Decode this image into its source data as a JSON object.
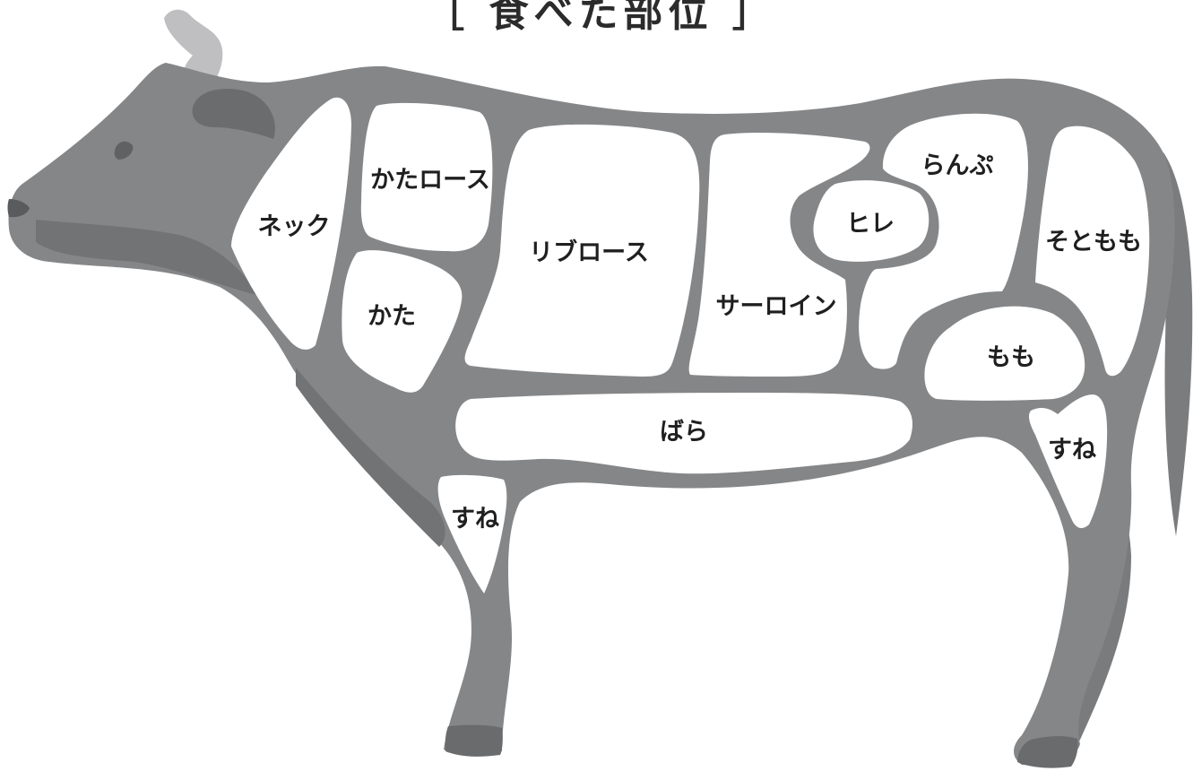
{
  "title": "［ 食べた部位 ］",
  "colors": {
    "body": "#858688",
    "body_shadow": "#6f7072",
    "horn": "#bfbfc1",
    "hoof": "#6a6b6d",
    "ear_inner": "#6b6c6e",
    "cut_fill": "#ffffff",
    "label": "#1f1f1f"
  },
  "cuts": {
    "neck": "ネック",
    "chuck_roll": "かたロース",
    "shoulder": "かた",
    "rib_roast": "リブロース",
    "sirloin": "サーロイン",
    "tenderloin": "ヒレ",
    "rump": "らんぷ",
    "outside_round": "そともも",
    "inside_round": "もも",
    "brisket_plate": "ばら",
    "fore_shank": "すね",
    "hind_shank": "すね"
  }
}
